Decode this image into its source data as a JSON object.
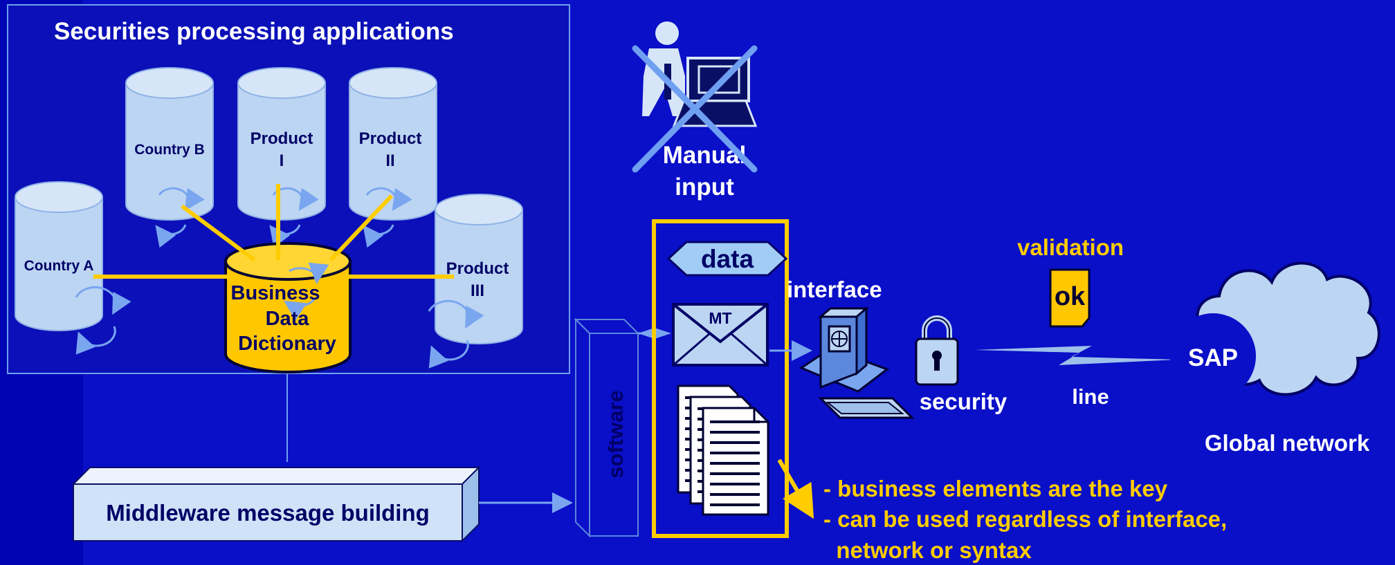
{
  "panel": {
    "title": "Securities processing applications"
  },
  "databases": {
    "country_a": "Country  A",
    "country_b": "Country B",
    "product_1": [
      "Product",
      "I"
    ],
    "product_2": [
      "Product",
      "II"
    ],
    "product_3": [
      "Product",
      "III"
    ],
    "dictionary": [
      "Business",
      "Data",
      "Dictionary"
    ]
  },
  "middleware": "Middleware message building",
  "software": "software",
  "manual_input": [
    "Manual",
    "input"
  ],
  "data_tag": "data",
  "mt_label": "MT",
  "interface_label": "interface",
  "security_label": "security",
  "validation_label": "validation",
  "ok_label": "ok",
  "line_label": "line",
  "sap_label": "SAP",
  "global_network_label": "Global network",
  "notes": [
    "- business elements are the key",
    "- can be used regardless of interface,",
    "  network or syntax"
  ],
  "colors": {
    "background": "#0a0fc8",
    "left_strip": "#0005b4",
    "panel_fill": "#0b10b8",
    "cylinder": "#bcd5f2",
    "dictionary": "#ffc700",
    "highlight": "#ffcc00",
    "text_dark": "#000066",
    "text_light": "#ffffff"
  }
}
